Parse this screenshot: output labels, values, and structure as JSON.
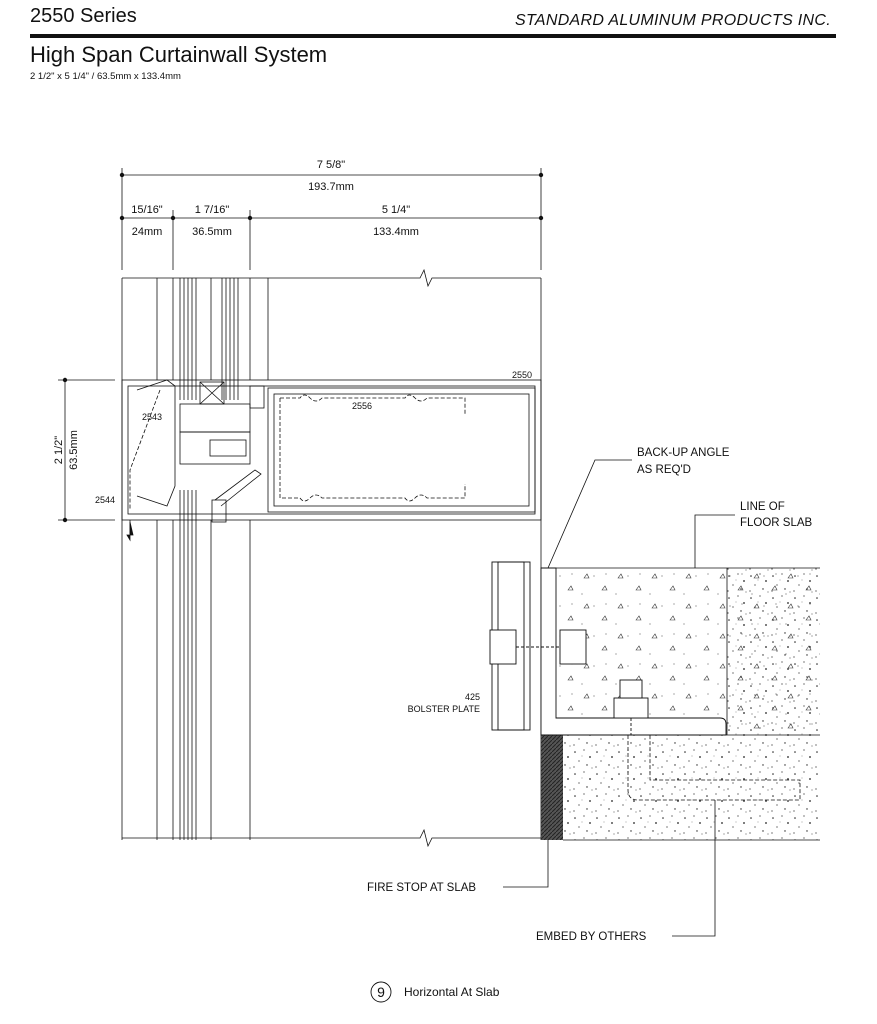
{
  "header": {
    "series": "2550 Series",
    "company": "STANDARD ALUMINUM PRODUCTS INC.",
    "title": "High Span Curtainwall System",
    "subtitle": "2 1/2\" x 5 1/4\" / 63.5mm x 133.4mm"
  },
  "dimensions": {
    "overall_imperial": "7 5/8\"",
    "overall_metric": "193.7mm",
    "seg1_imperial": "15/16\"",
    "seg1_metric": "24mm",
    "seg2_imperial": "1 7/16\"",
    "seg2_metric": "36.5mm",
    "seg3_imperial": "5 1/4\"",
    "seg3_metric": "133.4mm",
    "depth_imperial": "2 1/2\"",
    "depth_metric": "63.5mm"
  },
  "parts": {
    "p2550": "2550",
    "p2556": "2556",
    "p2543": "2543",
    "p2544": "2544",
    "p425": "425",
    "bolster": "BOLSTER PLATE"
  },
  "callouts": {
    "backup1": "BACK-UP ANGLE",
    "backup2": "AS REQ'D",
    "floor1": "LINE OF",
    "floor2": "FLOOR SLAB",
    "firestop": "FIRE STOP AT SLAB",
    "embed": "EMBED BY OTHERS"
  },
  "detail": {
    "number": "9",
    "label": "Horizontal At Slab"
  }
}
